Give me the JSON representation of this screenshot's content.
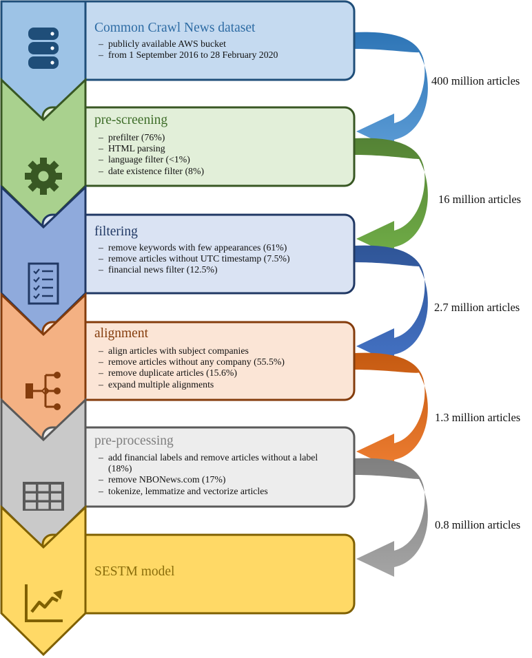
{
  "stages": [
    {
      "title": "Common Crawl News dataset",
      "icon": "database-icon",
      "colors": {
        "fill": "#c5daf0",
        "border": "#1f4e79",
        "chevron": "#9dc3e6",
        "title": "#2e6ca4"
      },
      "items": [
        "publicly available AWS bucket",
        "from 1 September 2016 to 28 February 2020"
      ]
    },
    {
      "title": "pre-screening",
      "icon": "gear-icon",
      "colors": {
        "fill": "#e2efd9",
        "border": "#385723",
        "chevron": "#a9d18e",
        "title": "#3f6e2a"
      },
      "items": [
        "prefilter (76%)",
        "HTML parsing",
        "language filter (<1%)",
        "date existence filter (8%)"
      ]
    },
    {
      "title": "filtering",
      "icon": "checklist-icon",
      "colors": {
        "fill": "#dae3f3",
        "border": "#203864",
        "chevron": "#8faadc",
        "title": "#203864"
      },
      "items": [
        "remove keywords with few appearances (61%)",
        "remove articles without UTC timestamp (7.5%)",
        "financial news filter (12.5%)"
      ]
    },
    {
      "title": "alignment",
      "icon": "hierarchy-icon",
      "colors": {
        "fill": "#fbe5d6",
        "border": "#843c0c",
        "chevron": "#f4b183",
        "title": "#843c0c"
      },
      "items": [
        "align articles with subject companies",
        "remove articles without any company (55.5%)",
        "remove duplicate articles (15.6%)",
        "expand multiple alignments"
      ]
    },
    {
      "title": "pre-processing",
      "icon": "table-icon",
      "colors": {
        "fill": "#ededed",
        "border": "#595959",
        "chevron": "#c9c9c9",
        "title": "#7f7f7f"
      },
      "items": [
        "add financial labels and remove articles without a label (18%)",
        "remove NBONews.com (17%)",
        "tokenize, lemmatize and vectorize articles"
      ]
    },
    {
      "title": "SESTM model",
      "icon": "line-chart-icon",
      "colors": {
        "fill": "#ffd966",
        "border": "#7f6000",
        "chevron": "#ffd966",
        "title": "#8a6d0b"
      },
      "items": []
    }
  ],
  "flows": [
    {
      "label": "400 million articles",
      "from_color": "#2e75b6",
      "to_color": "#5b9bd5"
    },
    {
      "label": "16 million articles",
      "from_color": "#548235",
      "to_color": "#70ad47"
    },
    {
      "label": "2.7 million articles",
      "from_color": "#2f5597",
      "to_color": "#4472c4"
    },
    {
      "label": "1.3 million articles",
      "from_color": "#c55a11",
      "to_color": "#ed7d31"
    },
    {
      "label": "0.8 million articles",
      "from_color": "#7f7f7f",
      "to_color": "#a5a5a5"
    }
  ]
}
